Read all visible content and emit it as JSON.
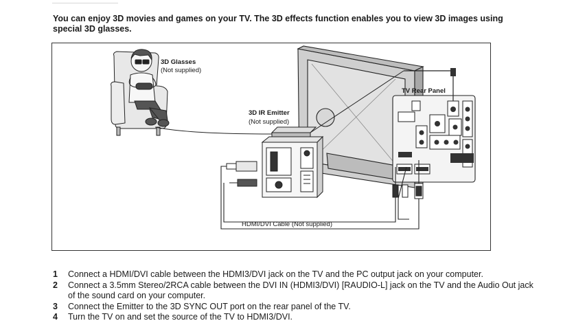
{
  "intro": "You can enjoy 3D movies and games on your TV. The 3D effects function enables you to view 3D images using special 3D glasses.",
  "figure": {
    "glasses_title": "3D Glasses",
    "glasses_note": "(Not supplied)",
    "emitter_title": "3D IR Emitter",
    "emitter_note": "(Not supplied)",
    "rear_panel": "TV Rear Panel",
    "cable_label": "HDMI/DVI Cable (Not supplied)"
  },
  "steps": [
    {
      "num": "1",
      "text": "Connect a HDMI/DVI cable between the HDMI3/DVI jack on the TV and the PC output jack on your computer."
    },
    {
      "num": "2",
      "text": "Connect a 3.5mm Stereo/2RCA cable between the DVI IN (HDMI3/DVI) [RAUDIO-L] jack on the TV and the Audio Out jack of the sound card on your computer."
    },
    {
      "num": "3",
      "text": "Connect the Emitter to the 3D SYNC OUT port on the rear panel of the TV."
    },
    {
      "num": "4",
      "text": "Turn the TV on and set the source of the TV to HDMI3/DVI."
    }
  ]
}
